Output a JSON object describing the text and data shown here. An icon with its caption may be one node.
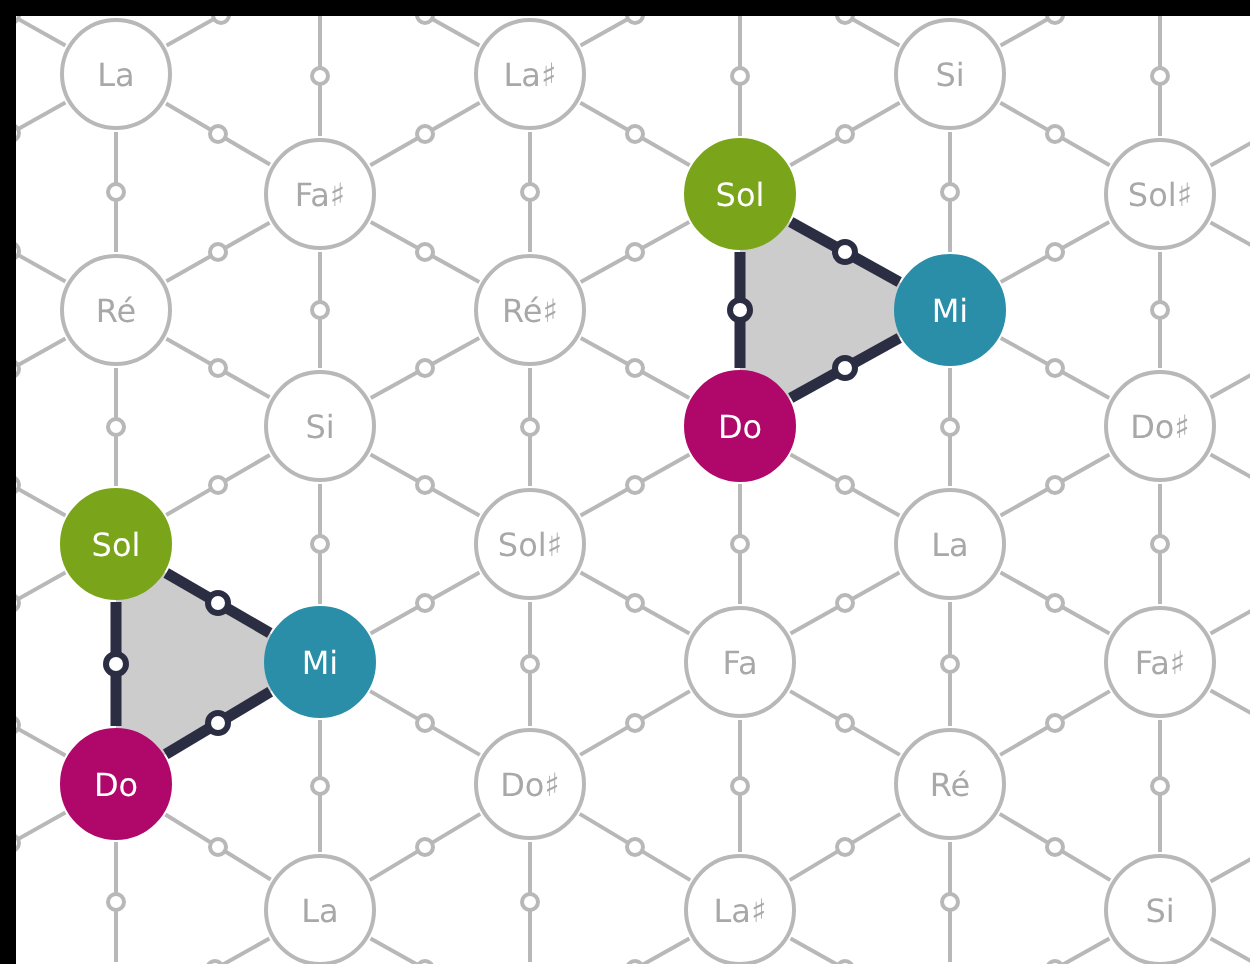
{
  "diagram": {
    "nodes": [
      {
        "text": [
          "La"
        ]
      },
      {
        "text": [
          "La♯"
        ]
      },
      {
        "text": [
          "Si"
        ]
      },
      {
        "text": [
          "Fa♯"
        ]
      },
      {
        "text": [
          "Sol"
        ]
      },
      {
        "text": [
          "Sol♯"
        ]
      },
      {
        "text": [
          "Ré"
        ]
      },
      {
        "text": [
          "Ré♯"
        ]
      },
      {
        "text": [
          "Mi"
        ]
      },
      {
        "text": [
          "Si"
        ]
      },
      {
        "text": [
          "Do"
        ]
      },
      {
        "text": [
          "Do♯"
        ]
      },
      {
        "text": [
          "Sol"
        ]
      },
      {
        "text": [
          "Sol♯"
        ]
      },
      {
        "text": [
          "La"
        ]
      },
      {
        "text": [
          "Mi"
        ]
      },
      {
        "text": [
          "Fa"
        ]
      },
      {
        "text": [
          "Fa♯"
        ]
      },
      {
        "text": [
          "Do"
        ]
      },
      {
        "text": [
          "Do♯"
        ]
      },
      {
        "text": [
          "Ré"
        ]
      },
      {
        "text": [
          "La"
        ]
      },
      {
        "text": [
          "La♯"
        ]
      },
      {
        "text": [
          "Si"
        ]
      }
    ],
    "edges": [
      {
        "from": 0,
        "to": 6,
        "arrow": "none"
      },
      {
        "from": 6,
        "to": 12,
        "arrow": "none"
      },
      {
        "from": 12,
        "to": 18,
        "arrow": "none",
        "style": "thick",
        "color": "#2b2d42"
      },
      {
        "from": 3,
        "to": 9,
        "arrow": "none"
      },
      {
        "from": 9,
        "to": 15,
        "arrow": "none"
      },
      {
        "from": 15,
        "to": 21,
        "arrow": "none"
      },
      {
        "from": 1,
        "to": 7,
        "arrow": "none"
      },
      {
        "from": 7,
        "to": 13,
        "arrow": "none"
      },
      {
        "from": 13,
        "to": 19,
        "arrow": "none"
      },
      {
        "from": 4,
        "to": 10,
        "arrow": "none",
        "style": "thick",
        "color": "#2b2d42"
      },
      {
        "from": 10,
        "to": 16,
        "arrow": "none"
      },
      {
        "from": 16,
        "to": 22,
        "arrow": "none"
      },
      {
        "from": 2,
        "to": 8,
        "arrow": "none"
      },
      {
        "from": 8,
        "to": 14,
        "arrow": "none"
      },
      {
        "from": 14,
        "to": 20,
        "arrow": "none"
      },
      {
        "from": 5,
        "to": 11,
        "arrow": "none"
      },
      {
        "from": 11,
        "to": 17,
        "arrow": "none"
      },
      {
        "from": 17,
        "to": 23,
        "arrow": "none"
      },
      {
        "from": 0,
        "to": 3,
        "arrow": "none"
      },
      {
        "from": 6,
        "to": 3,
        "arrow": "none"
      },
      {
        "from": 6,
        "to": 9,
        "arrow": "none"
      },
      {
        "from": 12,
        "to": 9,
        "arrow": "none"
      },
      {
        "from": 12,
        "to": 15,
        "arrow": "none",
        "style": "thick",
        "color": "#2b2d42"
      },
      {
        "from": 18,
        "to": 15,
        "arrow": "none",
        "style": "thick",
        "color": "#2b2d42"
      },
      {
        "from": 18,
        "to": 21,
        "arrow": "none"
      },
      {
        "from": 3,
        "to": 1,
        "arrow": "none"
      },
      {
        "from": 3,
        "to": 7,
        "arrow": "none"
      },
      {
        "from": 9,
        "to": 7,
        "arrow": "none"
      },
      {
        "from": 9,
        "to": 13,
        "arrow": "none"
      },
      {
        "from": 15,
        "to": 13,
        "arrow": "none"
      },
      {
        "from": 15,
        "to": 19,
        "arrow": "none"
      },
      {
        "from": 21,
        "to": 19,
        "arrow": "none"
      },
      {
        "from": 1,
        "to": 4,
        "arrow": "none"
      },
      {
        "from": 7,
        "to": 4,
        "arrow": "none"
      },
      {
        "from": 7,
        "to": 10,
        "arrow": "none"
      },
      {
        "from": 13,
        "to": 10,
        "arrow": "none"
      },
      {
        "from": 13,
        "to": 16,
        "arrow": "none"
      },
      {
        "from": 19,
        "to": 16,
        "arrow": "none"
      },
      {
        "from": 19,
        "to": 22,
        "arrow": "none"
      },
      {
        "from": 4,
        "to": 2,
        "arrow": "none"
      },
      {
        "from": 4,
        "to": 8,
        "arrow": "none",
        "style": "thick",
        "color": "#2b2d42"
      },
      {
        "from": 10,
        "to": 8,
        "arrow": "none",
        "style": "thick",
        "color": "#2b2d42"
      },
      {
        "from": 10,
        "to": 14,
        "arrow": "none"
      },
      {
        "from": 16,
        "to": 14,
        "arrow": "none"
      },
      {
        "from": 16,
        "to": 20,
        "arrow": "none"
      },
      {
        "from": 22,
        "to": 20,
        "arrow": "none"
      },
      {
        "from": 2,
        "to": 5,
        "arrow": "none"
      },
      {
        "from": 8,
        "to": 5,
        "arrow": "none"
      },
      {
        "from": 8,
        "to": 11,
        "arrow": "none"
      },
      {
        "from": 14,
        "to": 11,
        "arrow": "none"
      },
      {
        "from": 14,
        "to": 17,
        "arrow": "none"
      },
      {
        "from": 20,
        "to": 17,
        "arrow": "none"
      },
      {
        "from": 20,
        "to": 23,
        "arrow": "none"
      }
    ]
  }
}
